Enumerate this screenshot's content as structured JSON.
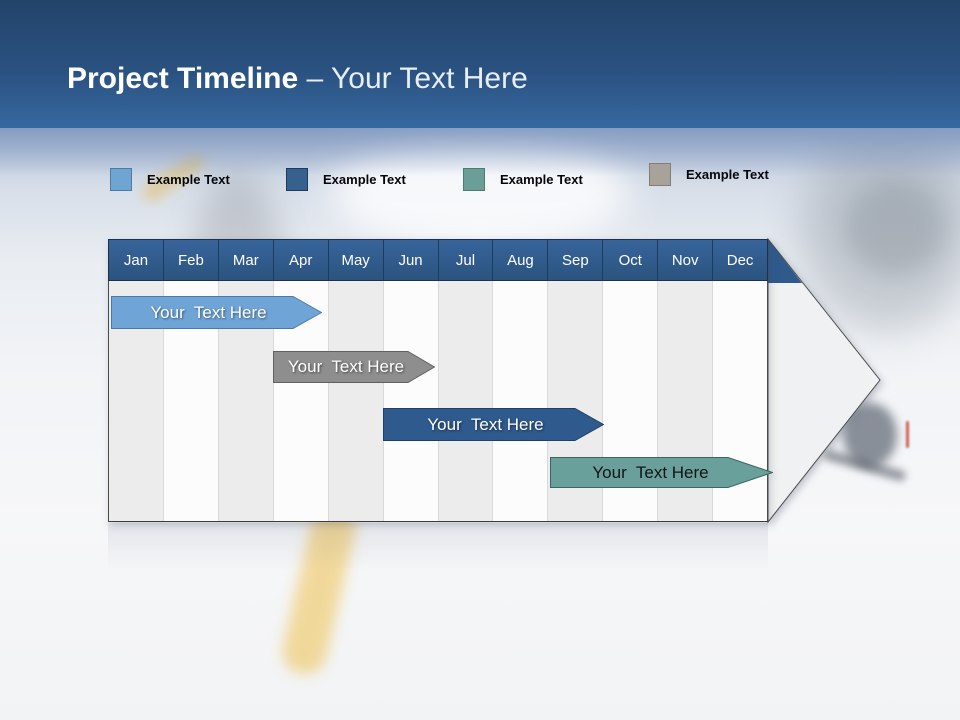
{
  "title": {
    "bold": "Project Timeline ",
    "light": "– Your Text Here"
  },
  "legend": [
    {
      "label": "Example Text",
      "color": "#6FA5D3",
      "border": "#4D7BA6"
    },
    {
      "label": "Example Text",
      "color": "#36618F",
      "border": "#1F3A5F"
    },
    {
      "label": "Example Text",
      "color": "#6B9E97",
      "border": "#4C7A74"
    },
    {
      "label": "Example Text",
      "color": "#A8A29A",
      "border": "#827D75"
    }
  ],
  "timeline": {
    "months": [
      "Jan",
      "Feb",
      "Mar",
      "Apr",
      "May",
      "Jun",
      "Jul",
      "Aug",
      "Sep",
      "Oct",
      "Nov",
      "Dec"
    ],
    "header_color": "#2F5A8C",
    "stripe_colors": [
      "#ECECEC",
      "#FCFCFC"
    ],
    "big_arrow_fill": "#F0F1F2",
    "bars": [
      {
        "label": "Your  Text Here",
        "start_month": "Jan",
        "end_month": "Apr",
        "fill": "#6FA5D6",
        "border": "#4A79A8",
        "text_color": "#FFFFFF"
      },
      {
        "label": "Your  Text Here",
        "start_month": "Apr",
        "end_month": "Jun",
        "fill": "#8E8E8E",
        "border": "#606060",
        "text_color": "#FFFFFF"
      },
      {
        "label": "Your  Text Here",
        "start_month": "Jun",
        "end_month": "Sep",
        "fill": "#2F5A8D",
        "border": "#1F4066",
        "text_color": "#FFFFFF"
      },
      {
        "label": "Your  Text Here",
        "start_month": "Sep",
        "end_month": "Dec",
        "fill": "#69A09B",
        "border": "#3A665F",
        "text_color": "#141414"
      }
    ]
  }
}
